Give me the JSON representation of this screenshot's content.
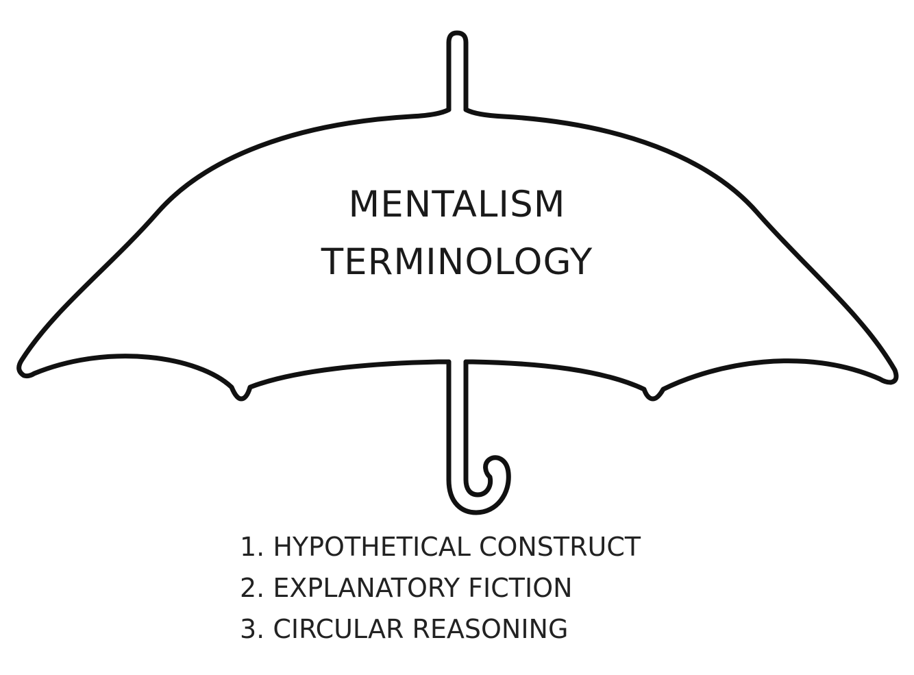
{
  "title": {
    "line1": "MENTALISM",
    "line2": "TERMINOLOGY"
  },
  "list": {
    "items": [
      "1. HYPOTHETICAL CONSTRUCT",
      "2. EXPLANATORY FICTION",
      "3. CIRCULAR REASONING"
    ]
  },
  "colors": {
    "stroke": "#111111",
    "text": "#1a1a1a",
    "background": "#ffffff"
  }
}
